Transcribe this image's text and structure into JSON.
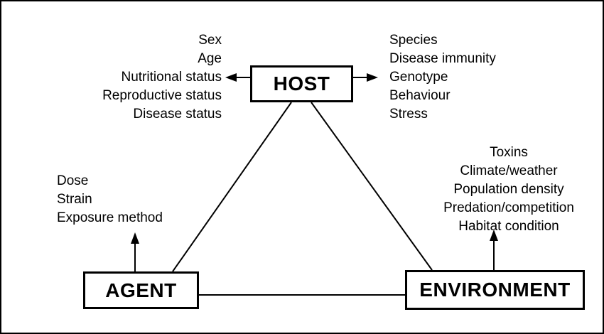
{
  "diagram": {
    "type": "epidemiological-triangle",
    "colors": {
      "background": "#ffffff",
      "line": "#000000",
      "text": "#000000"
    },
    "nodes": {
      "host": {
        "label": "HOST"
      },
      "agent": {
        "label": "AGENT"
      },
      "environment": {
        "label": "ENVIRONMENT"
      }
    },
    "lists": {
      "host_left": {
        "items": [
          "Sex",
          "Age",
          "Nutritional status",
          "Reproductive status",
          "Disease status"
        ]
      },
      "host_right": {
        "items": [
          "Species",
          "Disease immunity",
          "Genotype",
          "Behaviour",
          "Stress"
        ]
      },
      "agent": {
        "items": [
          "Dose",
          "Strain",
          "Exposure method"
        ]
      },
      "environment": {
        "items": [
          "Toxins",
          "Climate/weather",
          "Population density",
          "Predation/competition",
          "Habitat condition"
        ]
      }
    },
    "connectors": {
      "triangle_edges": [
        "host-agent",
        "host-environment",
        "agent-environment"
      ],
      "arrows": [
        "host-to-left-list",
        "host-to-right-list",
        "agent-to-list",
        "environment-to-list"
      ]
    }
  }
}
